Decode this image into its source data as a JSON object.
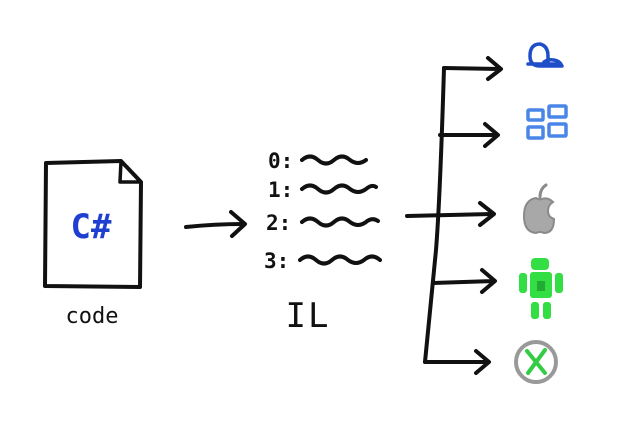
{
  "source": {
    "file_glyph": "C#",
    "caption": "code"
  },
  "il": {
    "lines": [
      {
        "index": "0:"
      },
      {
        "index": "1:"
      },
      {
        "index": "2:"
      },
      {
        "index": "3:"
      }
    ],
    "caption": "IL"
  },
  "targets": [
    {
      "icon": "feather-bird-icon",
      "color": "#1f4fc8"
    },
    {
      "icon": "windows-tiles-icon",
      "color": "#4a86e8"
    },
    {
      "icon": "apple-icon",
      "color": "#9a9a9a"
    },
    {
      "icon": "android-robot-icon",
      "color": "#33dd44"
    },
    {
      "icon": "xbox-icon",
      "color": "#33cc44"
    }
  ],
  "colors": {
    "ink": "#111111",
    "csharp": "#1f3fd0"
  }
}
